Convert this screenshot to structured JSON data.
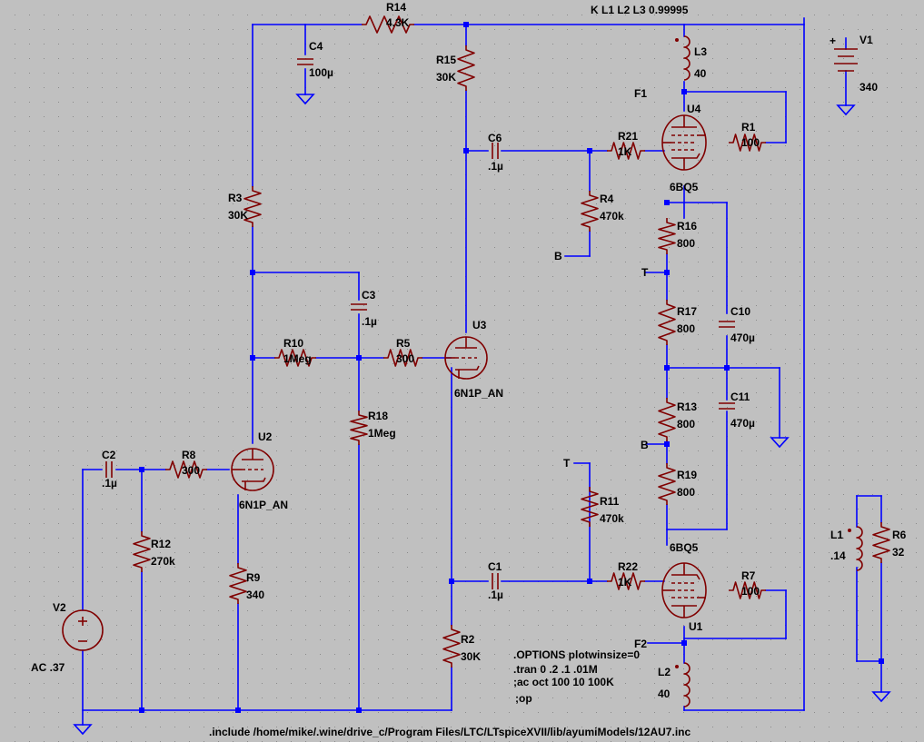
{
  "components": {
    "R14": {
      "name": "R14",
      "value": "4.3K"
    },
    "R15": {
      "name": "R15",
      "value": "30K"
    },
    "R3": {
      "name": "R3",
      "value": "30K"
    },
    "R4": {
      "name": "R4",
      "value": "470k"
    },
    "R21": {
      "name": "R21",
      "value": "1K"
    },
    "R1": {
      "name": "R1",
      "value": "100"
    },
    "R16": {
      "name": "R16",
      "value": "800"
    },
    "R17": {
      "name": "R17",
      "value": "800"
    },
    "R13": {
      "name": "R13",
      "value": "800"
    },
    "R19": {
      "name": "R19",
      "value": "800"
    },
    "R10": {
      "name": "R10",
      "value": "1Meg"
    },
    "R5": {
      "name": "R5",
      "value": "300"
    },
    "R18": {
      "name": "R18",
      "value": "1Meg"
    },
    "R8": {
      "name": "R8",
      "value": "300"
    },
    "R12": {
      "name": "R12",
      "value": "270k"
    },
    "R9": {
      "name": "R9",
      "value": "340"
    },
    "R11": {
      "name": "R11",
      "value": "470k"
    },
    "R22": {
      "name": "R22",
      "value": "1K"
    },
    "R7": {
      "name": "R7",
      "value": "100"
    },
    "R2": {
      "name": "R2",
      "value": "30K"
    },
    "R6": {
      "name": "R6",
      "value": "32"
    },
    "C4": {
      "name": "C4",
      "value": "100µ"
    },
    "C6": {
      "name": "C6",
      "value": ".1µ"
    },
    "C3": {
      "name": "C3",
      "value": ".1µ"
    },
    "C2": {
      "name": "C2",
      "value": ".1µ"
    },
    "C1": {
      "name": "C1",
      "value": ".1µ"
    },
    "C10": {
      "name": "C10",
      "value": "470µ"
    },
    "C11": {
      "name": "C11",
      "value": "470µ"
    },
    "L3": {
      "name": "L3",
      "value": "40"
    },
    "L2": {
      "name": "L2",
      "value": "40"
    },
    "L1": {
      "name": "L1",
      "value": ".14"
    },
    "V1": {
      "name": "V1",
      "value": "340"
    },
    "V2": {
      "name": "V2",
      "value": "AC .37"
    },
    "U1": {
      "name": "U1",
      "model": "6BQ5"
    },
    "U2": {
      "name": "U2",
      "model": "6N1P_AN"
    },
    "U3": {
      "name": "U3",
      "model": "6N1P_AN"
    },
    "U4": {
      "name": "U4",
      "model": "6BQ5"
    }
  },
  "net_labels": {
    "F1": "F1",
    "F2": "F2",
    "T_right": "T",
    "T_left": "T",
    "B_right": "B",
    "B_left": "B"
  },
  "directives": {
    "coupling": "K L1 L2 L3 0.99995",
    "options": ".OPTIONS plotwinsize=0",
    "tran": ".tran 0 .2 .1 .01M",
    "ac": ";ac oct 100 10 100K",
    "op": ";op",
    "include": ".include /home/mike/.wine/drive_c/Program Files/LTC/LTspiceXVII/lib/ayumiModels/12AU7.inc"
  },
  "colors": {
    "background": "#c0c0c0",
    "wire": "#0000ff",
    "component": "#800000",
    "text": "#000000"
  }
}
